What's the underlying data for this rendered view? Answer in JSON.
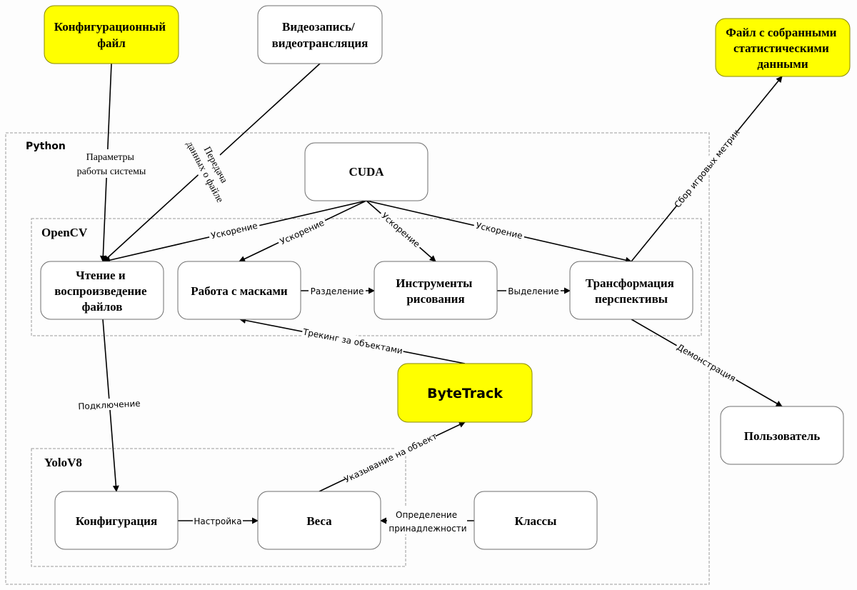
{
  "diagram": {
    "containers": {
      "python": "Python",
      "opencv": "OpenCV",
      "yolo": "YoloV8"
    },
    "nodes": {
      "config_file": [
        "Конфигурационный",
        "файл"
      ],
      "video": [
        "Видеозапись/",
        "видеотрансляция"
      ],
      "stats_file": [
        "Файл с собранными",
        "статистическими",
        "данными"
      ],
      "cuda": [
        "CUDA"
      ],
      "reading": [
        "Чтение и",
        "воспроизведение",
        "файлов"
      ],
      "masks": [
        "Работа с масками"
      ],
      "drawing": [
        "Инструменты",
        "рисования"
      ],
      "transform": [
        "Трансформация",
        "перспективы"
      ],
      "bytetrack": [
        "ByteTrack"
      ],
      "user": [
        "Пользователь"
      ],
      "configuration": [
        "Конфигурация"
      ],
      "weights": [
        "Веса"
      ],
      "classes": [
        "Классы"
      ]
    },
    "edges": {
      "params": [
        "Параметры",
        "работы системы"
      ],
      "file_data": [
        "Передача",
        "данных о файле"
      ],
      "accel_reading": "Ускорение",
      "accel_masks": "Ускорение",
      "accel_drawing": "Ускорение",
      "accel_transform": "Ускорение",
      "separation": "Разделение",
      "selection": "Выделение",
      "metrics": "Сбор игровых метрик",
      "demo": "Демонстрация",
      "tracking": "Трекинг за объектами",
      "connection": "Подключение",
      "pointing": "Указывание на объект",
      "tuning": "Настройка",
      "membership": [
        "Определение",
        "принадлежности"
      ]
    },
    "colors": {
      "highlight": "#ffff00",
      "node_fill": "#ffffff",
      "line": "#000000",
      "container_border": "#9a9a9a"
    }
  }
}
